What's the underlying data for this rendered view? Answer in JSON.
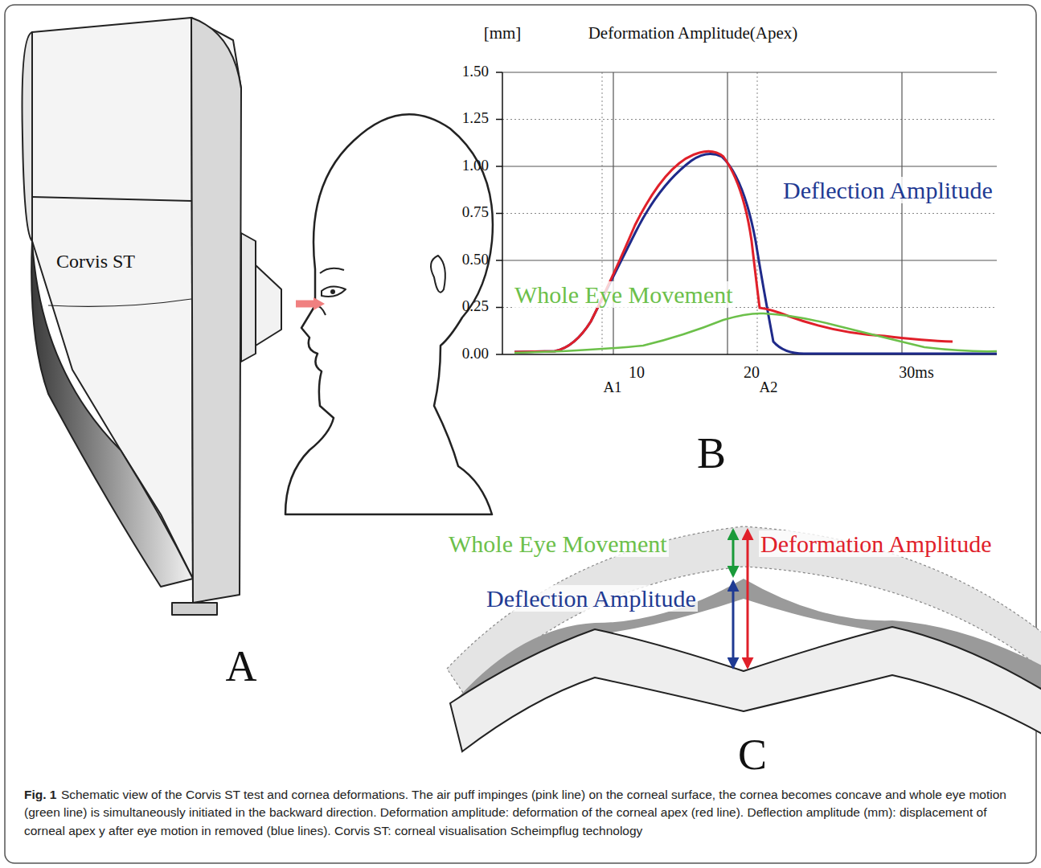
{
  "diagram": {
    "caption": "Schematic view of the Corvis ST test and cornea deformations. The air puff impinges (pink line) on the corneal surface, the cornea becomes concave and whole eye motion (green line) is simultaneously initiated in the backward direction. Deformation amplitude: deformation of the corneal apex (red line). Deflection amplitude (mm): displacement of corneal apex y after eye motion in removed (blue lines). Corvis ST: corneal visualisation Scheimpflug technology",
    "labels": [
      "Corvis ST",
      "A",
      "[mm]",
      "Deformation Amplitude(Apex)",
      "1.50",
      "1.25",
      "1.00",
      "0.75",
      "0.50",
      "0.25",
      "0.00",
      "10",
      "20",
      "30ms",
      "A1",
      "A2",
      "Deflection Amplitude",
      "Whole Eye Movement",
      "B",
      "Whole Eye Movement",
      "Deformation Amplitude",
      "Deflection Amplitude",
      "C",
      "Fig. 1"
    ]
  }
}
